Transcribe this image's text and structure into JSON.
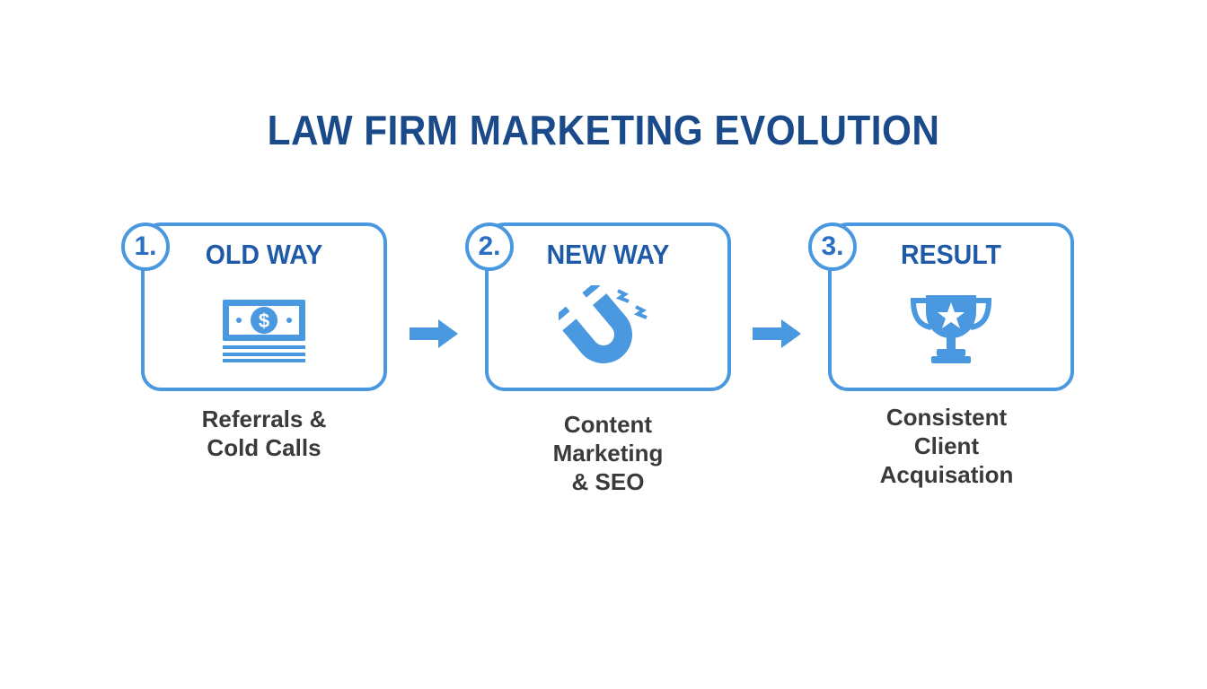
{
  "title": "LAW FIRM MARKETING EVOLUTION",
  "accent_color": "#4a98e0",
  "title_color": "#1a4a8a",
  "steps": [
    {
      "number": "1.",
      "label": "OLD WAY",
      "icon": "money-bill-icon",
      "caption": "Referrals &\nCold Calls"
    },
    {
      "number": "2.",
      "label": "NEW WAY",
      "icon": "magnet-icon",
      "caption": "Content\nMarketing\n& SEO"
    },
    {
      "number": "3.",
      "label": "RESULT",
      "icon": "trophy-icon",
      "caption": "Consistent\nClient\nAcquisation"
    }
  ],
  "arrows": [
    "arrow-right-icon",
    "arrow-right-icon"
  ]
}
